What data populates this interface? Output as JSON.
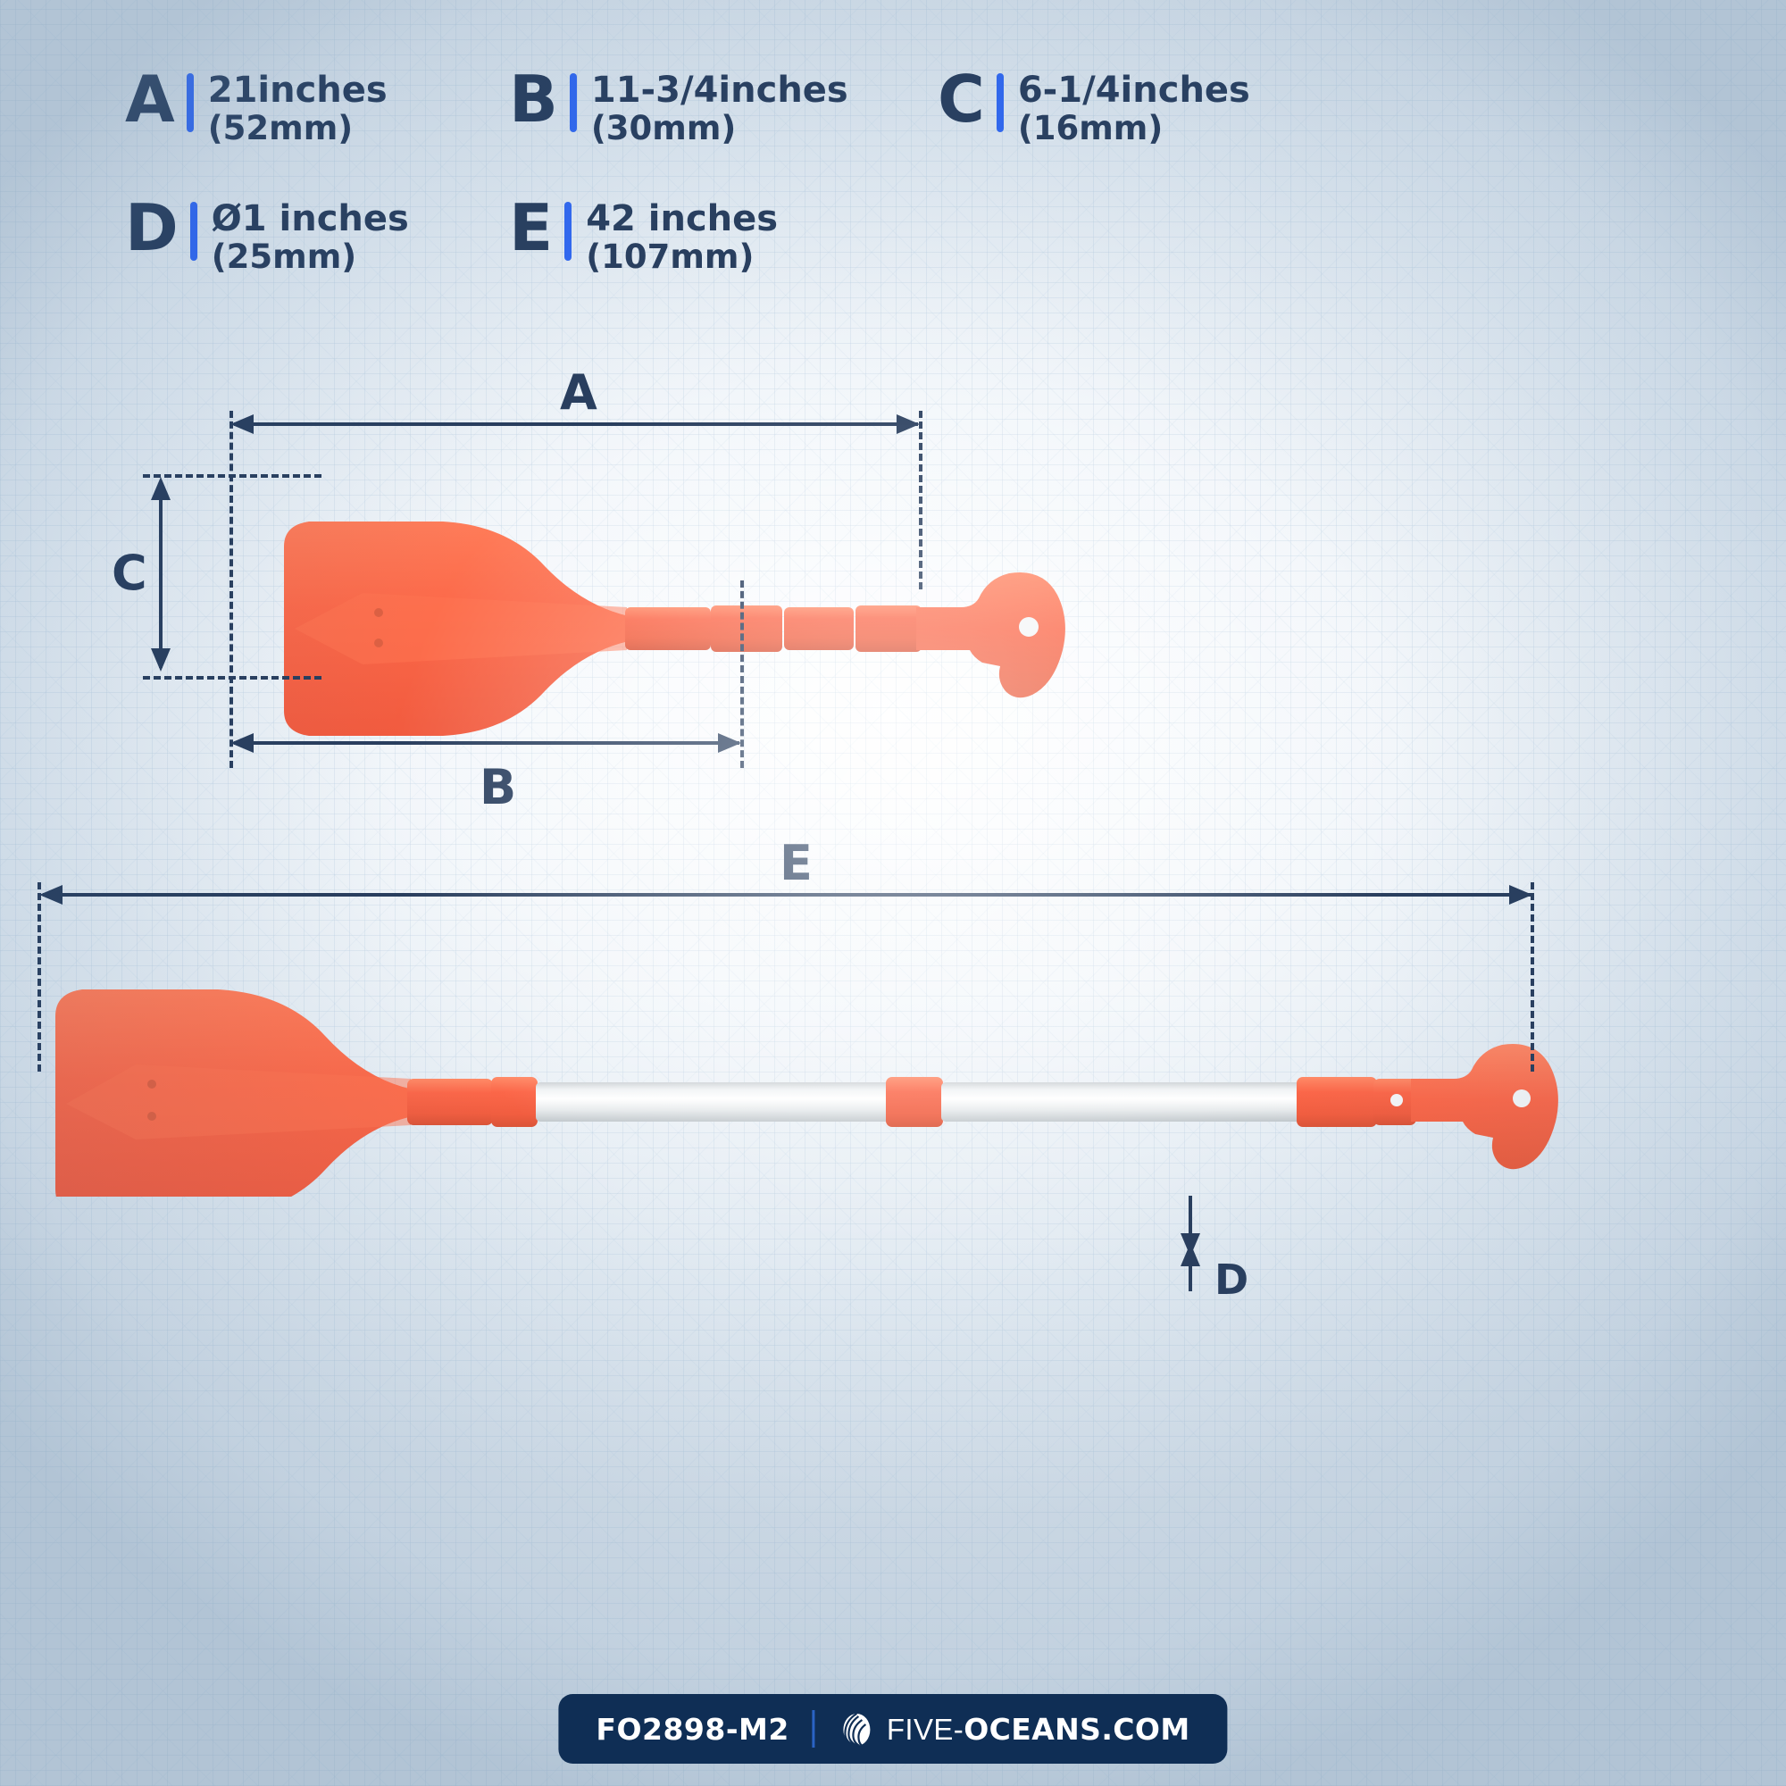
{
  "legend": {
    "items": [
      {
        "letter": "A",
        "inches": "21inches",
        "mm": "(52mm)"
      },
      {
        "letter": "B",
        "inches": "11-3/4inches",
        "mm": "(30mm)"
      },
      {
        "letter": "C",
        "inches": "6-1/4inches",
        "mm": "(16mm)"
      },
      {
        "letter": "D",
        "inches": "Ø1 inches",
        "mm": "(25mm)"
      },
      {
        "letter": "E",
        "inches": "42 inches",
        "mm": "(107mm)"
      }
    ]
  },
  "diagram": {
    "collapsed_view": {
      "labels": {
        "a": "A",
        "b": "B",
        "c": "C"
      }
    },
    "extended_view": {
      "labels": {
        "e": "E",
        "d": "D"
      }
    }
  },
  "footer": {
    "sku": "FO2898-M2",
    "brand_light": "FIVE-",
    "brand_bold": "OCEANS.COM",
    "logo_icon": "shell-icon"
  },
  "colors": {
    "accent_blue": "#1553f0",
    "navy": "#0b2347",
    "badge_navy": "#0f2e55",
    "paddle_orange": "#fa512c",
    "shaft_silver": "#e9ecee"
  }
}
